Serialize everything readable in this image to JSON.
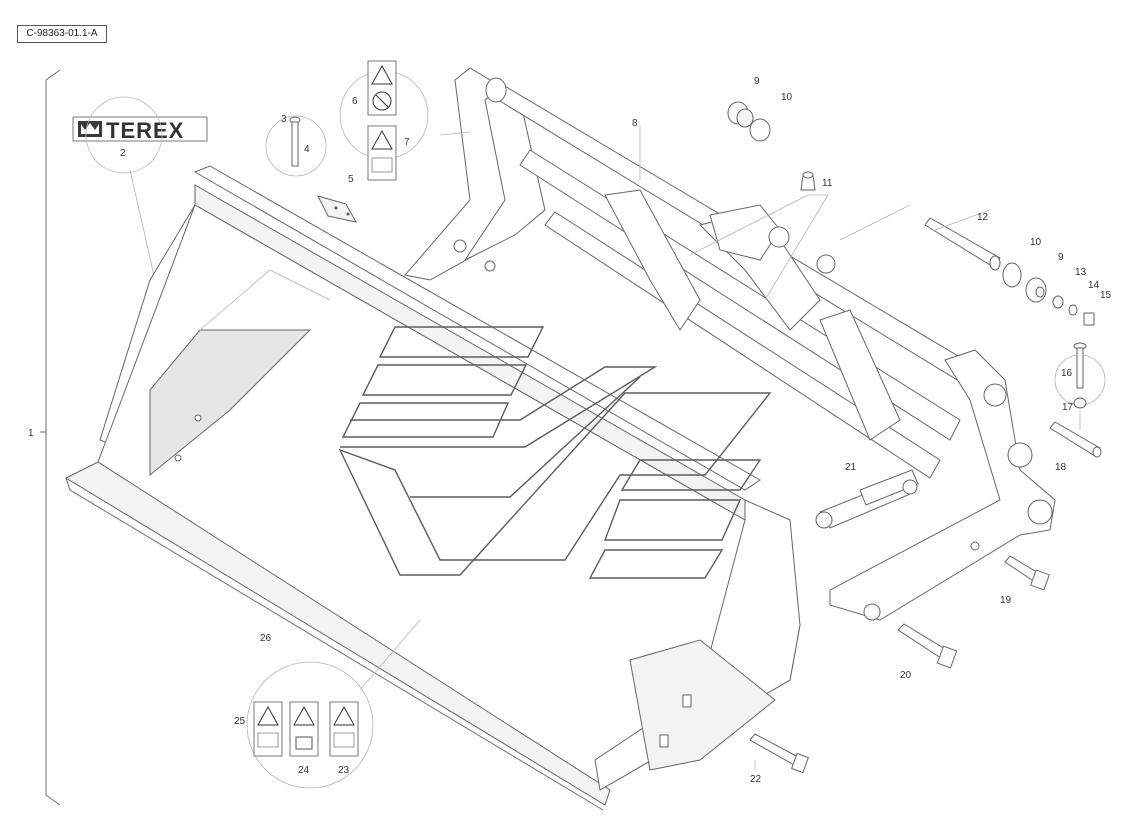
{
  "drawing_ref": "C-98363-01.1-A",
  "brand": {
    "logo_text": "TEREX"
  },
  "callouts": {
    "c1": "1",
    "c2": "2",
    "c3": "3",
    "c4": "4",
    "c5": "5",
    "c6": "6",
    "c7": "7",
    "c8": "8",
    "c9a": "9",
    "c10a": "10",
    "c11": "11",
    "c12": "12",
    "c10b": "10",
    "c9b": "9",
    "c13": "13",
    "c14": "14",
    "c15": "15",
    "c16": "16",
    "c17": "17",
    "c18": "18",
    "c19": "19",
    "c20": "20",
    "c21": "21",
    "c22": "22",
    "c23": "23",
    "c24": "24",
    "c25": "25",
    "c26": "26"
  },
  "icons": [
    "warning-triangle-icon",
    "no-hand-icon",
    "manual-book-icon",
    "lock-icon",
    "terex-crown-icon"
  ]
}
